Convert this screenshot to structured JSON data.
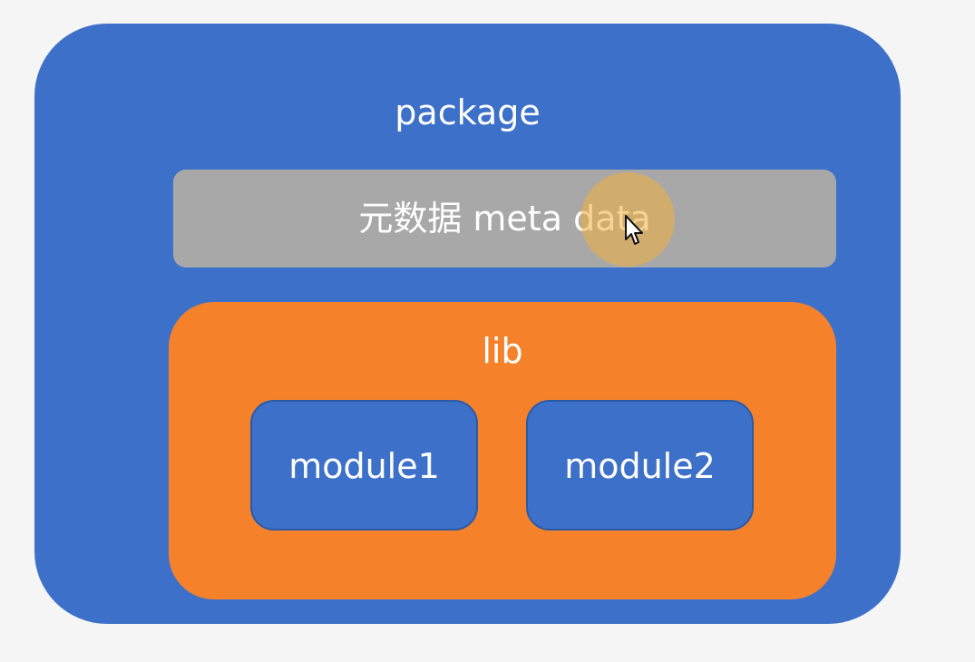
{
  "diagram": {
    "package_label": "package",
    "meta_label": "元数据 meta data",
    "lib_label": "lib",
    "modules": [
      {
        "label": "module1"
      },
      {
        "label": "module2"
      }
    ]
  },
  "watermark": {
    "line1": "",
    "line2": "",
    "line3": ""
  },
  "colors": {
    "package": "#3d71c9",
    "meta": "#a8a8a8",
    "lib": "#f5812a",
    "module": "#3d71c9",
    "cursor_halo": "#f0af3c"
  },
  "icons": {
    "cursor": "mouse-pointer-icon"
  }
}
